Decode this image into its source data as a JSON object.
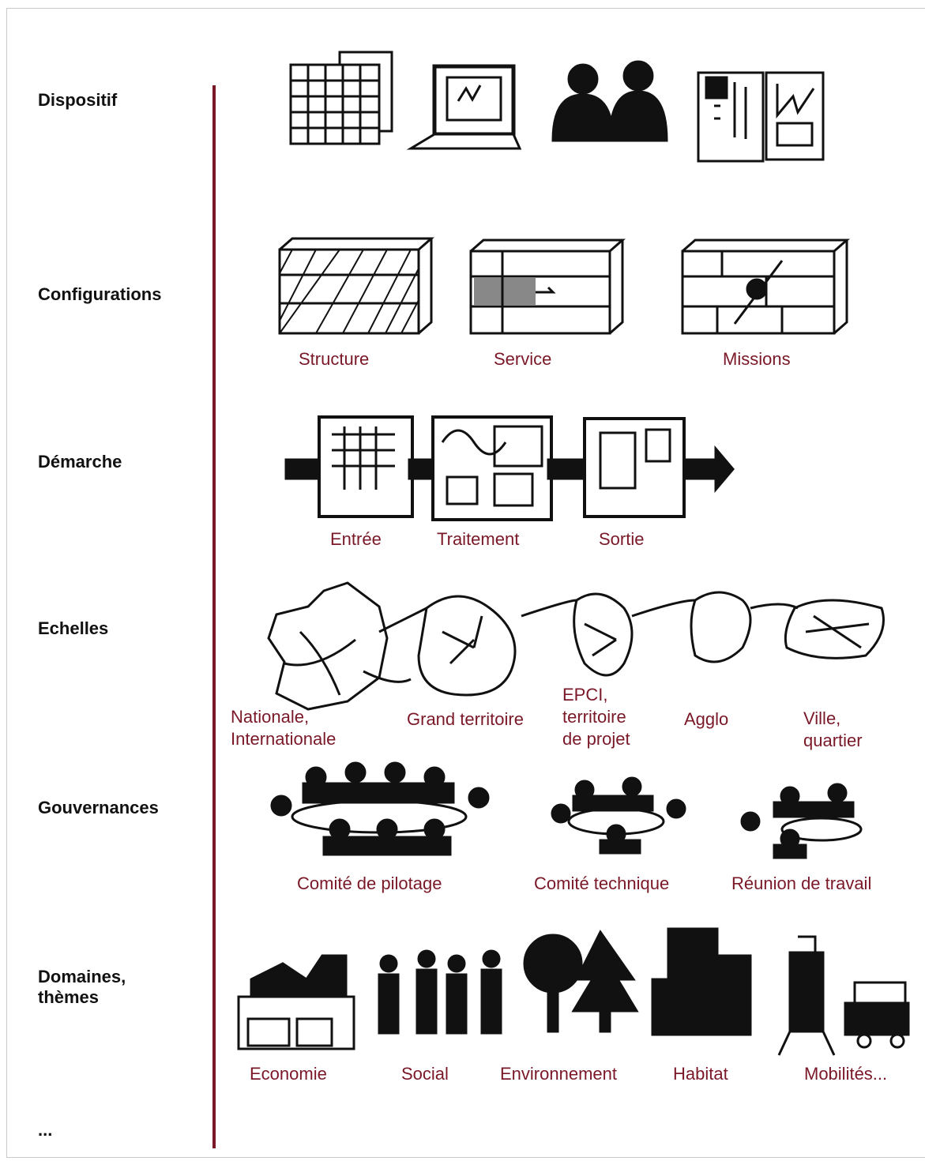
{
  "rows": {
    "dispositif": "Dispositif",
    "configurations": "Configurations",
    "demarche": "Démarche",
    "echelles": "Echelles",
    "gouvernances": "Gouvernances",
    "domaines": "Domaines,\nthèmes",
    "more": "..."
  },
  "configurations": [
    "Structure",
    "Service",
    "Missions"
  ],
  "demarche": [
    "Entrée",
    "Traitement",
    "Sortie"
  ],
  "echelles": [
    "Nationale,\nInternationale",
    "Grand territoire",
    "EPCI,\nterritoire\nde projet",
    "Agglo",
    "Ville,\nquartier"
  ],
  "gouvernances": [
    "Comité de pilotage",
    "Comité technique",
    "Réunion de travail"
  ],
  "domaines": [
    "Economie",
    "Social",
    "Environnement",
    "Habitat",
    "Mobilités..."
  ],
  "colors": {
    "accent": "#7a1828",
    "ink": "#111111"
  }
}
